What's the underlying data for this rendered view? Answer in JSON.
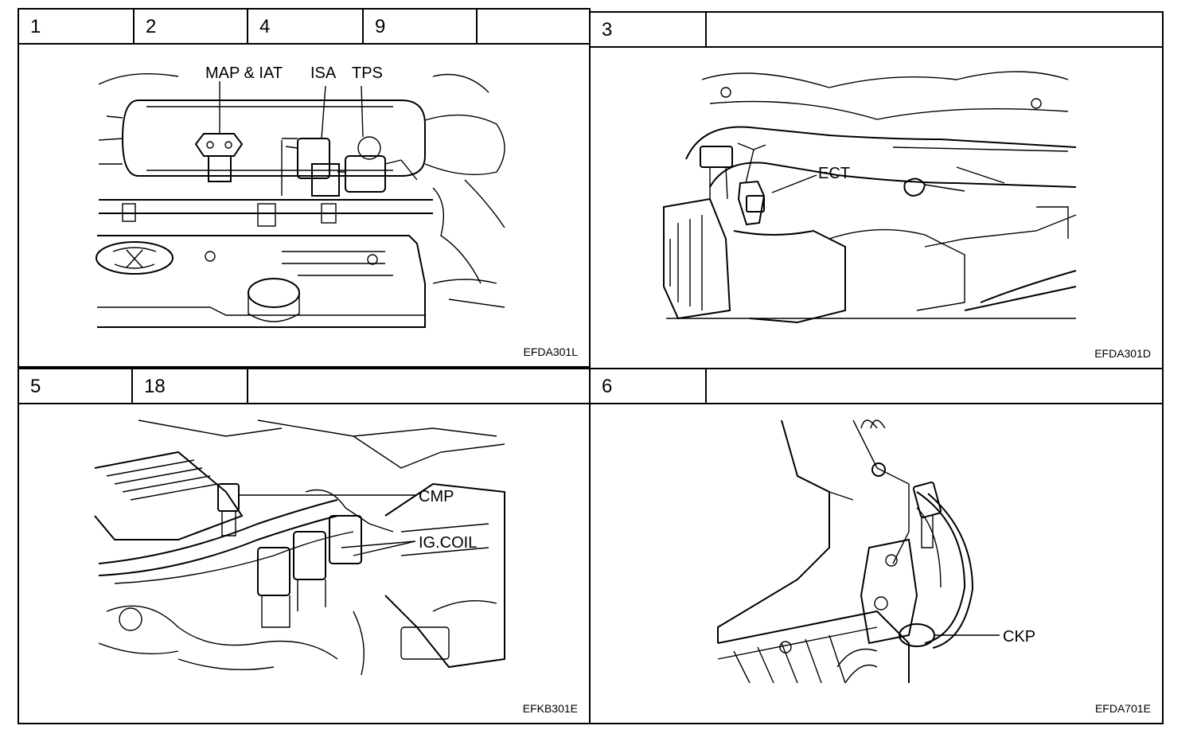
{
  "panels": [
    {
      "header": [
        "1",
        "2",
        "4",
        "9",
        ""
      ],
      "code": "EFDA301L",
      "callouts": [
        "MAP & IAT",
        "ISA",
        "TPS"
      ]
    },
    {
      "header": [
        "3",
        ""
      ],
      "code": "EFDA301D",
      "callouts": [
        "ECT"
      ]
    },
    {
      "header": [
        "5",
        "18",
        ""
      ],
      "code": "EFKB301E",
      "callouts": [
        "CMP",
        "IG.COIL"
      ]
    },
    {
      "header": [
        "6",
        ""
      ],
      "code": "EFDA701E",
      "callouts": [
        "CKP"
      ]
    }
  ],
  "colors": {
    "ink": "#000000",
    "paper": "#ffffff"
  }
}
